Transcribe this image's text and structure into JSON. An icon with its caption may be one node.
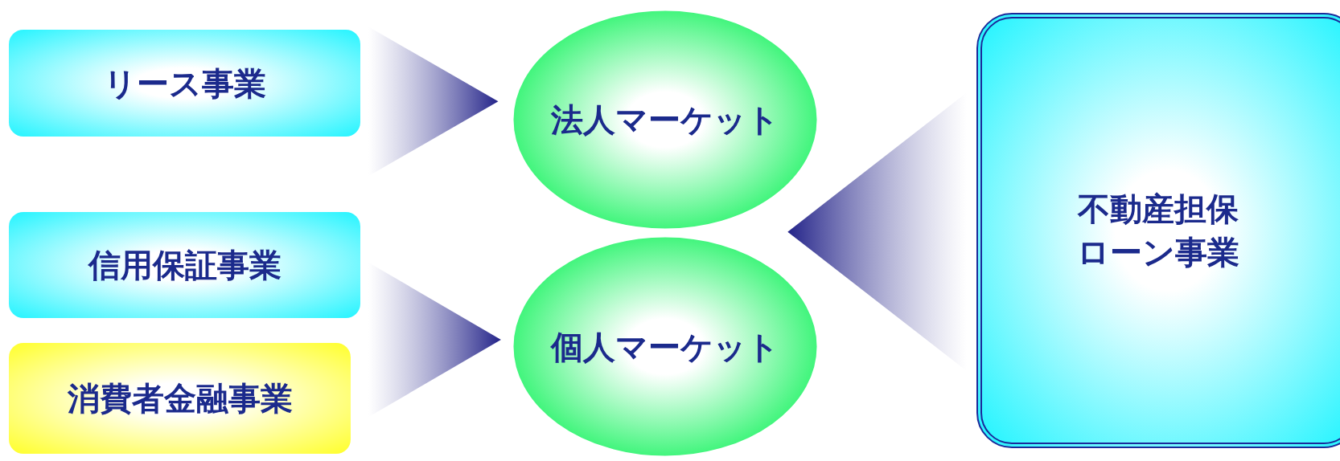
{
  "diagram": {
    "nodes": [
      {
        "text": [
          "リース事業"
        ]
      },
      {
        "text": [
          "信用保証事業"
        ]
      },
      {
        "text": [
          "消費者金融事業"
        ]
      },
      {
        "text": [
          "法人マーケット"
        ]
      },
      {
        "text": [
          "個人マーケット"
        ]
      },
      {
        "text": [
          "不動産担保ローン事業"
        ]
      }
    ],
    "edges": [
      {
        "from": 0,
        "to": 3,
        "arrow": "to"
      },
      {
        "from": 1,
        "to": 4,
        "arrow": "to"
      },
      {
        "from": 2,
        "to": 4,
        "arrow": "to"
      },
      {
        "from": 5,
        "to": 3,
        "arrow": "to"
      },
      {
        "from": 5,
        "to": 4,
        "arrow": "to"
      }
    ]
  }
}
